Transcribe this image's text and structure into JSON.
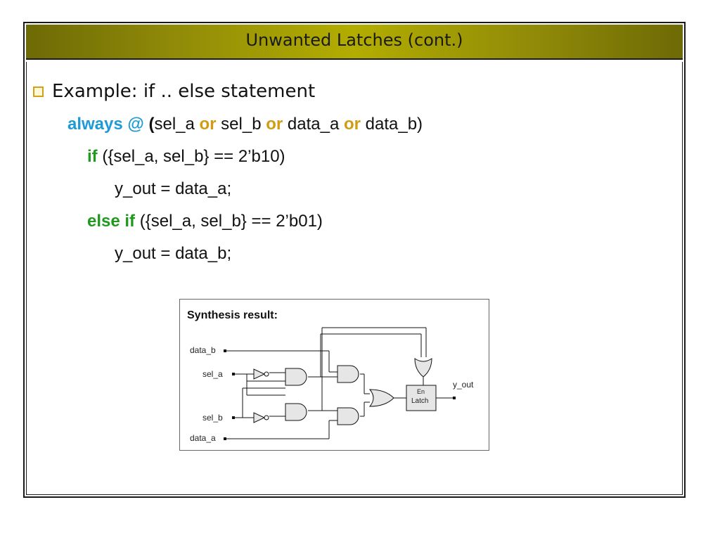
{
  "slide": {
    "title": "Unwanted Latches (cont.)",
    "bullet": "Example: if .. else statement",
    "code": {
      "line1": {
        "kw_always": "always @",
        "open_paren": " (",
        "a1": "sel_a ",
        "or1": "or",
        "a2": " sel_b ",
        "or2": "or",
        "a3": " data_a ",
        "or3": "or",
        "a4": " data_b)"
      },
      "line2": {
        "kw": "if",
        "rest": " ({sel_a, sel_b} == 2’b10)"
      },
      "line3": "y_out = data_a;",
      "line4": {
        "kw": "else if",
        "rest": " ({sel_a, sel_b} == 2’b01)"
      },
      "line5": "y_out = data_b;"
    },
    "schematic": {
      "title": "Synthesis result:",
      "labels": {
        "data_b": "data_b",
        "sel_a": "sel_a",
        "sel_b": "sel_b",
        "data_a": "data_a",
        "y_out": "y_out",
        "en": "En",
        "latch": "Latch"
      }
    }
  },
  "colors": {
    "title_bar": "#b3ad00",
    "keyword_blue": "#1e9ad6",
    "keyword_orange": "#d09c12",
    "keyword_green": "#1f9a1f",
    "bullet_box": "#d4a017"
  }
}
